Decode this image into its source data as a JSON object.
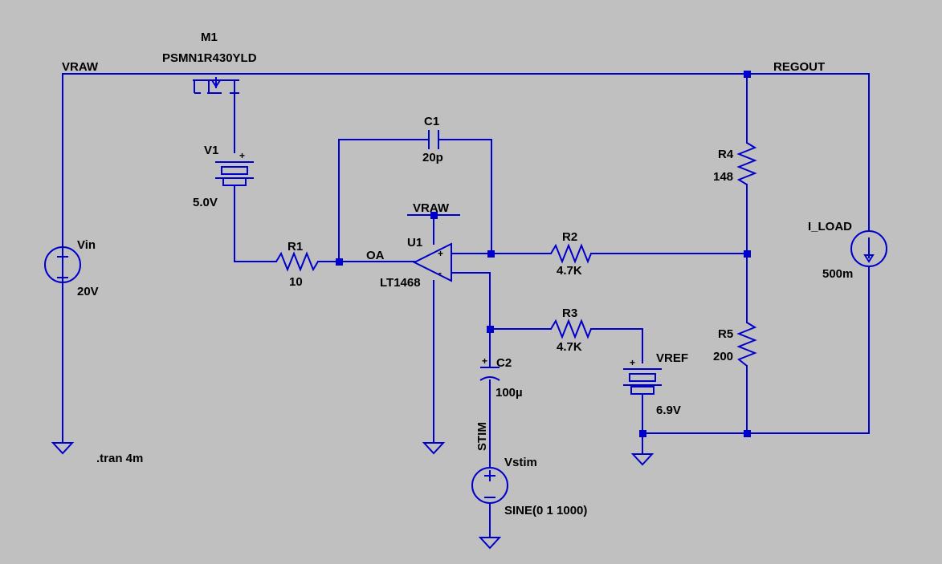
{
  "nets": {
    "vraw": "VRAW",
    "regout": "REGOUT",
    "oa": "OA",
    "vraw_opamp": "VRAW",
    "stim": "STIM"
  },
  "directive": ".tran 4m",
  "components": {
    "m1": {
      "ref": "M1",
      "part": "PSMN1R430YLD"
    },
    "v1": {
      "ref": "V1",
      "value": "5.0V"
    },
    "vin": {
      "ref": "Vin",
      "value": "20V"
    },
    "c1": {
      "ref": "C1",
      "value": "20p"
    },
    "r1": {
      "ref": "R1",
      "value": "10"
    },
    "u1": {
      "ref": "U1",
      "part": "LT1468"
    },
    "r2": {
      "ref": "R2",
      "value": "4.7K"
    },
    "r3": {
      "ref": "R3",
      "value": "4.7K"
    },
    "c2": {
      "ref": "C2",
      "value": "100µ"
    },
    "vref": {
      "ref": "VREF",
      "value": "6.9V"
    },
    "r4": {
      "ref": "R4",
      "value": "148"
    },
    "r5": {
      "ref": "R5",
      "value": "200"
    },
    "iload": {
      "ref": "I_LOAD",
      "value": "500m"
    },
    "vstim": {
      "ref": "Vstim",
      "value": "SINE(0 1 1000)"
    }
  },
  "colors": {
    "background": "#c0c0c0",
    "wire": "#0000cc",
    "text": "#000000"
  }
}
